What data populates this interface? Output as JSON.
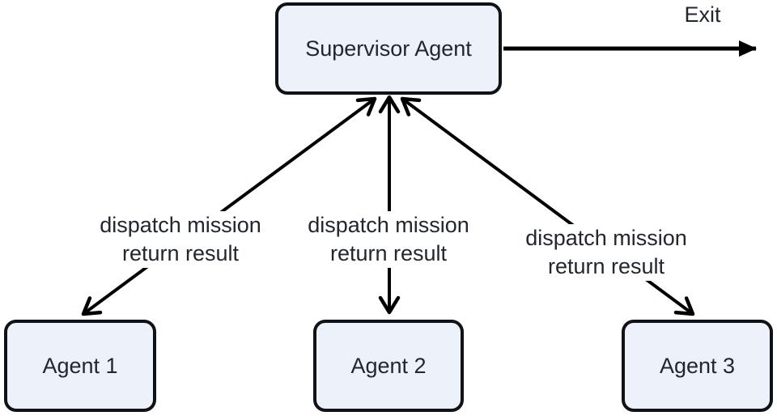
{
  "diagram": {
    "type": "flowchart",
    "nodes": {
      "supervisor": {
        "label": "Supervisor Agent"
      },
      "agent1": {
        "label": "Agent 1"
      },
      "agent2": {
        "label": "Agent 2"
      },
      "agent3": {
        "label": "Agent 3"
      }
    },
    "edges": {
      "supervisor_agent1": {
        "line1": "dispatch mission",
        "line2": "return result",
        "direction": "bidirectional",
        "arrow_style": "open"
      },
      "supervisor_agent2": {
        "line1": "dispatch mission",
        "line2": "return result",
        "direction": "bidirectional",
        "arrow_style": "open"
      },
      "supervisor_agent3": {
        "line1": "dispatch mission",
        "line2": "return result",
        "direction": "bidirectional",
        "arrow_style": "open"
      },
      "exit": {
        "label": "Exit",
        "direction": "right",
        "arrow_style": "filled"
      }
    },
    "colors": {
      "background": "#ffffff",
      "node_fill": "#edf1fa",
      "node_border": "#0f1216",
      "text": "#21262f",
      "arrow": "#000000"
    }
  }
}
